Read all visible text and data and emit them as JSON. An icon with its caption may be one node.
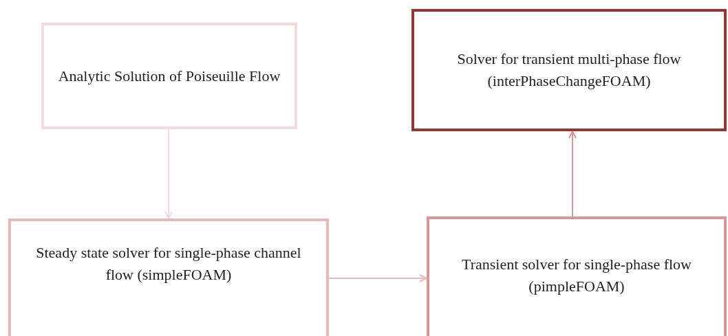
{
  "diagram": {
    "nodes": [
      {
        "text": [
          "Analytic Solution of Poiseuille Flow"
        ]
      },
      {
        "text": [
          "Steady state solver for single-phase channel flow (simpleFOAM)"
        ]
      },
      {
        "text": [
          "Transient solver for single-phase flow (pimpleFOAM)"
        ]
      },
      {
        "text": [
          "Solver for transient multi-phase flow (interPhaseChangeFOAM)"
        ]
      }
    ],
    "edges": [
      {
        "from": 0,
        "to": 1,
        "arrow": "to",
        "color": "#f2dcdb"
      },
      {
        "from": 1,
        "to": 2,
        "arrow": "to",
        "color": "#e6b9b8"
      },
      {
        "from": 2,
        "to": 3,
        "arrow": "to",
        "color": "#d99694"
      }
    ]
  }
}
